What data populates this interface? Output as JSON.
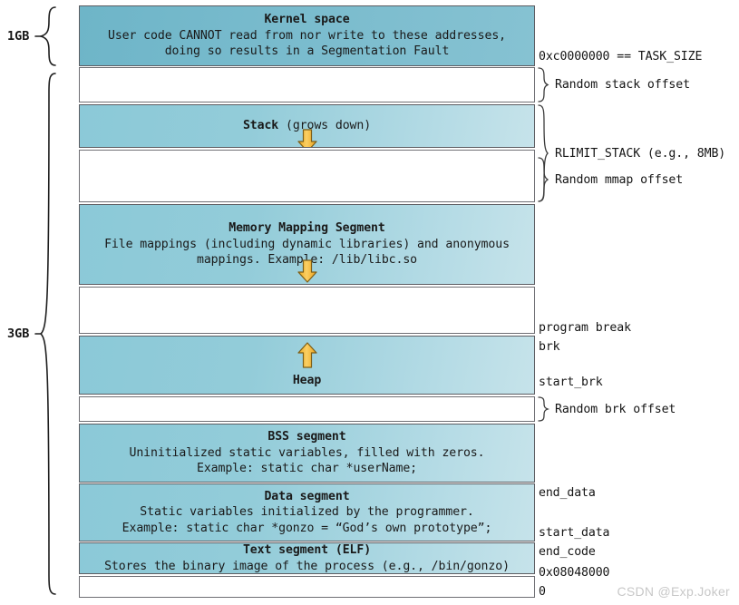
{
  "diagram": {
    "title": "Linux process virtual memory layout",
    "watermark": "CSDN @Exp.Joker",
    "colors": {
      "kernel_fill": "#79bbcd",
      "segment_fill": "#93ccd9",
      "empty_fill": "#ffffff",
      "border": "#5c5c61",
      "arrow_fill": "#f5b82e",
      "arrow_stroke": "#8a6a20",
      "text": "#141414",
      "watermark": "#c8c8c8"
    }
  },
  "size_labels": [
    {
      "text": "1GB",
      "span": "kernel space"
    },
    {
      "text": "3GB",
      "span": "user space"
    }
  ],
  "blocks": [
    {
      "id": "kernel-space",
      "kind": "kernel",
      "title": "Kernel space",
      "lines": [
        "User code CANNOT read from nor write to these addresses,",
        "doing so results in a Segmentation Fault"
      ],
      "arrow": null
    },
    {
      "id": "random-stack-offset-gap",
      "kind": "empty",
      "title": "",
      "lines": [],
      "arrow": null
    },
    {
      "id": "stack",
      "kind": "filled",
      "title": "Stack",
      "title_suffix": "(grows down)",
      "lines": [],
      "arrow": "down"
    },
    {
      "id": "random-mmap-offset-gap",
      "kind": "empty",
      "title": "",
      "lines": [],
      "arrow": null
    },
    {
      "id": "memory-mapping-segment",
      "kind": "filled",
      "title": "Memory Mapping Segment",
      "lines": [
        "File mappings (including dynamic libraries) and anonymous",
        "mappings. Example: /lib/libc.so"
      ],
      "arrow": "down"
    },
    {
      "id": "mmap-heap-gap",
      "kind": "empty",
      "title": "",
      "lines": [],
      "arrow": null
    },
    {
      "id": "heap",
      "kind": "filled",
      "title": "Heap",
      "lines": [],
      "arrow": "up"
    },
    {
      "id": "random-brk-offset-gap",
      "kind": "empty",
      "title": "",
      "lines": [],
      "arrow": null
    },
    {
      "id": "bss-segment",
      "kind": "filled",
      "title": "BSS segment",
      "lines": [
        "Uninitialized static variables, filled with zeros.",
        "Example: static char *userName;"
      ],
      "arrow": null
    },
    {
      "id": "data-segment",
      "kind": "filled",
      "title": "Data segment",
      "lines": [
        "Static variables initialized by the programmer.",
        "Example: static char *gonzo = “God’s own prototype”;"
      ],
      "arrow": null
    },
    {
      "id": "text-segment",
      "kind": "filled",
      "title": "Text segment (ELF)",
      "lines": [
        "Stores the binary image of the process (e.g., /bin/gonzo)"
      ],
      "arrow": null
    },
    {
      "id": "null-page-gap",
      "kind": "empty",
      "title": "",
      "lines": [],
      "arrow": null
    }
  ],
  "address_labels": [
    {
      "id": "task-size",
      "text": "0xc0000000 == TASK_SIZE"
    },
    {
      "id": "program-break",
      "text": "program break"
    },
    {
      "id": "brk",
      "text": "brk"
    },
    {
      "id": "start-brk",
      "text": "start_brk"
    },
    {
      "id": "end-data",
      "text": "end_data"
    },
    {
      "id": "start-data",
      "text": "start_data"
    },
    {
      "id": "end-code",
      "text": "end_code"
    },
    {
      "id": "text-base",
      "text": "0x08048000"
    },
    {
      "id": "zero",
      "text": "0"
    }
  ],
  "brace_labels": [
    {
      "id": "random-stack-offset",
      "text": "Random stack offset"
    },
    {
      "id": "rlimit-stack",
      "text": "RLIMIT_STACK (e.g., 8MB)"
    },
    {
      "id": "random-mmap-offset",
      "text": "Random mmap offset"
    },
    {
      "id": "random-brk-offset",
      "text": "Random brk offset"
    }
  ]
}
